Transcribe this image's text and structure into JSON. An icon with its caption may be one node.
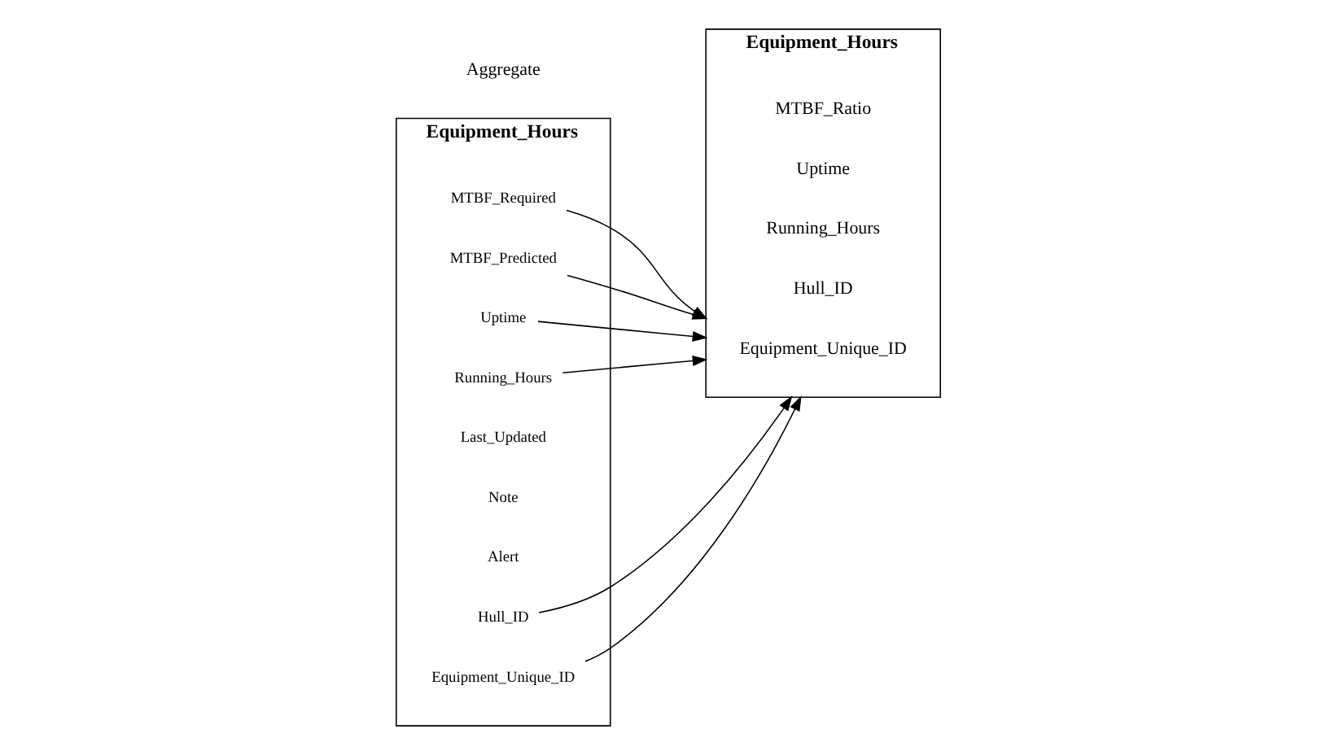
{
  "diagram": {
    "nodes": [
      {
        "text": [
          "Equipment_Hours"
        ]
      },
      {
        "text": [
          "Equipment_Unique_ID"
        ],
        "in": 0
      },
      {
        "text": [
          "Hull_ID"
        ],
        "in": 0
      },
      {
        "text": [
          "Alert"
        ],
        "in": 0
      },
      {
        "text": [
          "Note"
        ],
        "in": 0
      },
      {
        "text": [
          "Last_Updated"
        ],
        "in": 0
      },
      {
        "text": [
          "Running_Hours"
        ],
        "in": 0
      },
      {
        "text": [
          "Uptime"
        ],
        "in": 0
      },
      {
        "text": [
          "MTBF_Predicted"
        ],
        "in": 0
      },
      {
        "text": [
          "MTBF_Required"
        ],
        "in": 0
      },
      {
        "text": [
          "Equipment_Hours"
        ]
      },
      {
        "text": [
          "Equipment_Unique_ID"
        ],
        "in": 10
      },
      {
        "text": [
          "Hull_ID"
        ],
        "in": 10
      },
      {
        "text": [
          "Running_Hours"
        ],
        "in": 10
      },
      {
        "text": [
          "Uptime"
        ],
        "in": 10
      },
      {
        "text": [
          "MTBF_Ratio"
        ],
        "in": 10
      }
    ],
    "edges": [
      {
        "from": 1,
        "to": 10,
        "arrow": "to"
      },
      {
        "from": 2,
        "to": 10,
        "arrow": "to"
      },
      {
        "from": 6,
        "to": 10,
        "arrow": "to"
      },
      {
        "from": 7,
        "to": 10,
        "arrow": "to"
      },
      {
        "from": 8,
        "to": 10,
        "arrow": "to"
      },
      {
        "from": 9,
        "to": 10,
        "arrow": "to"
      }
    ],
    "labels": [
      "Aggregate"
    ]
  }
}
